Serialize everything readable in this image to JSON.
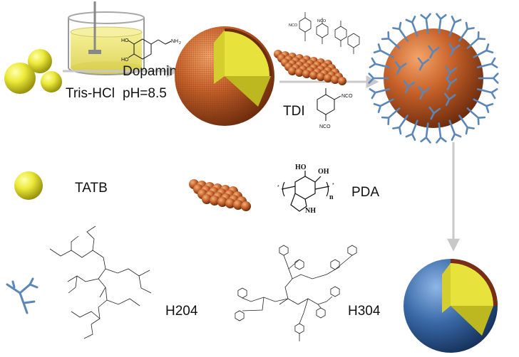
{
  "labels": {
    "dopamine": "Dopamine",
    "tris": "Tris-HCl",
    "ph": "pH=8.5",
    "tdi": "TDI",
    "tatb": "TATB",
    "pda": "PDA",
    "h204": "H204",
    "h304": "H304"
  },
  "chem_text": {
    "ho1": "HO",
    "ho2": "HO",
    "nh2": "NH",
    "nh2_sub": "2",
    "nco1": "NCO",
    "nco2": "NCO",
    "ho_pda1": "HO",
    "oh_pda": "OH",
    "n_pda": "n",
    "nh_pda": "NH",
    "star": "*"
  },
  "colors": {
    "tatb_yellow": "#e8e23a",
    "pda_orange": "#c8622a",
    "polymer_blue": "#5b86b8",
    "shell_blue": "#3a6aa8",
    "arrow_gray": "#c8c8c8"
  }
}
